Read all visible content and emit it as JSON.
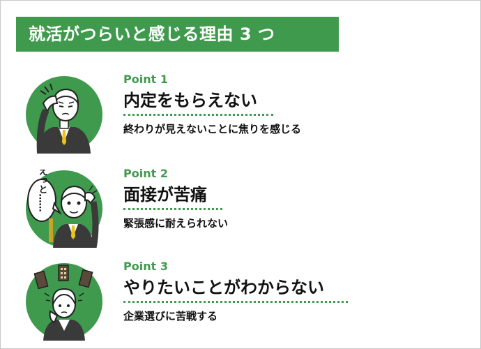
{
  "title": "就活がつらいと感じる理由 3 つ",
  "colors": {
    "accent": "#3f9a4e",
    "text": "#111111"
  },
  "points": [
    {
      "label": "Point 1",
      "heading": "内定をもらえない",
      "description": "終わりが見えないことに焦りを感じる",
      "illustration_icon": "worried-businessman-icon"
    },
    {
      "label": "Point 2",
      "heading": "面接が苦痛",
      "description": "緊張感に耐えられない",
      "illustration_icon": "nervous-interviewee-icon",
      "speech_bubble": "えっと……"
    },
    {
      "label": "Point 3",
      "heading": "やりたいことがわからない",
      "description": "企業選びに苦戦する",
      "illustration_icon": "confused-woman-buildings-icon"
    }
  ]
}
